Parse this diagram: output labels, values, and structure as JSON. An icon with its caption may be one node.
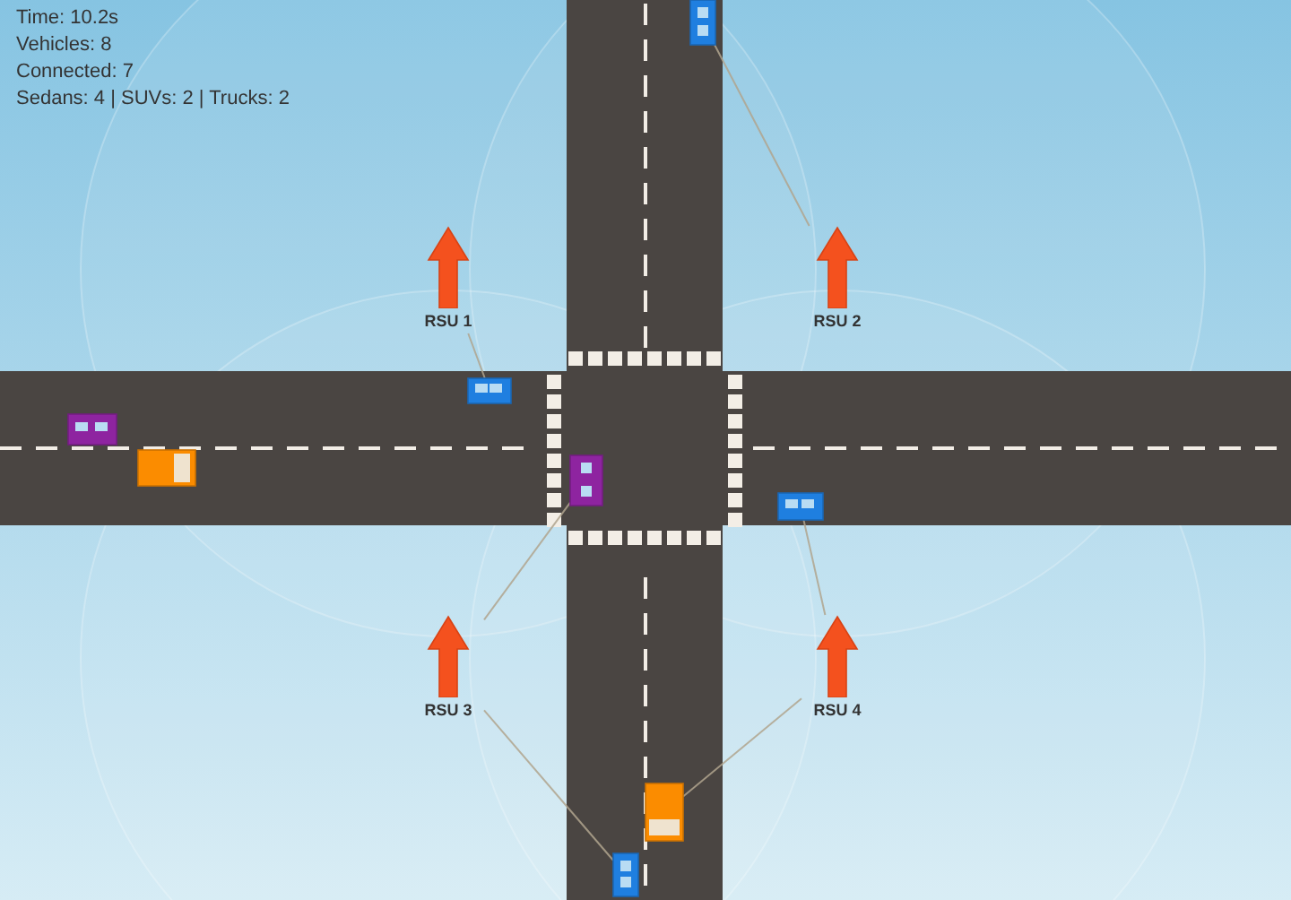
{
  "diagram": {
    "nodes": [
      {
        "text": [],
        "shape": "picture"
      },
      {
        "text": [
          "RSU 1"
        ]
      },
      {
        "text": [
          "RSU 2"
        ]
      },
      {
        "text": [],
        "shape": "picture"
      },
      {
        "text": [],
        "shape": "picture"
      },
      {
        "text": [],
        "shape": "picture"
      },
      {
        "text": [],
        "shape": "picture"
      },
      {
        "text": [],
        "shape": "picture"
      },
      {
        "text": [
          "RSU 3"
        ]
      },
      {
        "text": [
          "RSU 4"
        ]
      },
      {
        "text": [],
        "shape": "picture"
      },
      {
        "text": [],
        "shape": "picture"
      }
    ],
    "edges": [
      {
        "from": 1,
        "to": 3,
        "arrow": "none"
      },
      {
        "from": 2,
        "to": 0,
        "arrow": "none"
      },
      {
        "from": 9,
        "to": 7,
        "arrow": "none"
      },
      {
        "from": 8,
        "to": 6,
        "arrow": "none"
      },
      {
        "from": 8,
        "to": 11,
        "arrow": "none"
      },
      {
        "from": 9,
        "to": 10,
        "arrow": "none"
      }
    ],
    "labels": [
      "Time: 10.2s",
      "Vehicles: 8",
      "Connected: 7",
      "Sedans: 4 | SUVs: 2 | Trucks: 2"
    ]
  }
}
